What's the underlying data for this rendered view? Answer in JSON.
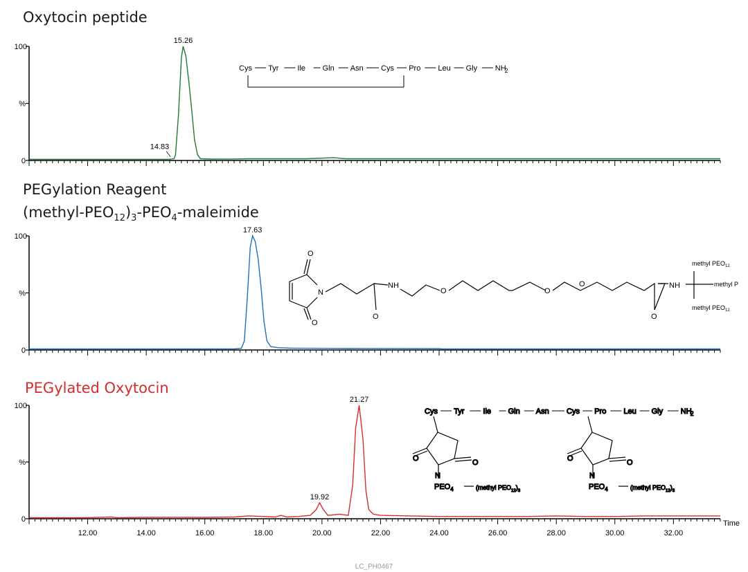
{
  "footer_code": "LC_PH0467",
  "x_axis": {
    "label": "Time",
    "range": [
      10.0,
      33.6
    ],
    "ticks": [
      "12.00",
      "14.00",
      "16.00",
      "18.00",
      "20.00",
      "22.00",
      "24.00",
      "26.00",
      "28.00",
      "30.00",
      "32.00"
    ]
  },
  "y_axis": {
    "top_label": "100",
    "mid_label": "%",
    "bottom_label": "0"
  },
  "chart_data": [
    {
      "type": "line",
      "title": "Oxytocin peptide",
      "color": "#1e7a3a",
      "xlim": [
        10.0,
        33.6
      ],
      "ylim": [
        0,
        100
      ],
      "peaks": [
        {
          "x": 15.26,
          "y": 100,
          "label": "15.26"
        },
        {
          "x": 14.83,
          "y": 2,
          "label": "14.83"
        }
      ],
      "x": [
        10.0,
        14.0,
        14.8,
        14.95,
        15.0,
        15.1,
        15.2,
        15.26,
        15.35,
        15.45,
        15.55,
        15.65,
        15.75,
        15.85,
        16.2,
        17.0,
        17.5,
        18.5,
        19.5,
        20.4,
        20.6,
        20.8,
        22.0,
        24.0,
        33.6
      ],
      "y": [
        1,
        1,
        1,
        1.5,
        5,
        40,
        90,
        100,
        92,
        70,
        45,
        18,
        5,
        1.5,
        1.2,
        1.3,
        1.5,
        1.5,
        1.5,
        2.5,
        2,
        1.5,
        1.5,
        1.5,
        1.5
      ]
    },
    {
      "type": "line",
      "title": "PEGylation Reagent (methyl-PEO12)3-PEO4-maleimide",
      "title_parts": {
        "line1": "PEGylation Reagent",
        "a": "(methyl-PEO",
        "sub1": "12",
        "b": ")",
        "sub2": "3",
        "c": "-PEO",
        "sub3": "4",
        "d": "-maleimide"
      },
      "color": "#1f6fb5",
      "xlim": [
        10.0,
        33.6
      ],
      "ylim": [
        0,
        100
      ],
      "peaks": [
        {
          "x": 17.63,
          "y": 100,
          "label": "17.63"
        }
      ],
      "x": [
        10.0,
        17.0,
        17.25,
        17.35,
        17.45,
        17.55,
        17.63,
        17.72,
        17.82,
        17.92,
        18.02,
        18.12,
        18.25,
        18.5,
        19.0,
        19.2,
        20.4,
        20.6,
        24.0,
        24.1,
        33.6
      ],
      "y": [
        1,
        1,
        1.5,
        8,
        45,
        90,
        100,
        95,
        80,
        55,
        25,
        8,
        3,
        2,
        1.6,
        1.6,
        1.4,
        1.4,
        1.2,
        1,
        1
      ]
    },
    {
      "type": "line",
      "title": "PEGylated Oxytocin",
      "color": "#d62c2c",
      "xlim": [
        10.0,
        33.6
      ],
      "ylim": [
        0,
        100
      ],
      "peaks": [
        {
          "x": 21.27,
          "y": 100,
          "label": "21.27"
        },
        {
          "x": 19.92,
          "y": 14,
          "label": "19.92"
        }
      ],
      "x": [
        10.0,
        12.0,
        12.8,
        13.0,
        14.0,
        15.0,
        16.0,
        17.0,
        17.5,
        18.0,
        18.4,
        18.6,
        18.8,
        19.2,
        19.6,
        19.8,
        19.92,
        20.05,
        20.2,
        20.4,
        20.6,
        20.9,
        21.05,
        21.15,
        21.27,
        21.4,
        21.5,
        21.6,
        21.75,
        22.0,
        23.0,
        24.0,
        26.0,
        27.0,
        28.0,
        29.0,
        30.0,
        31.0,
        32.0,
        33.6
      ],
      "y": [
        1,
        1,
        1.5,
        1,
        1.2,
        1.3,
        1.2,
        1.5,
        2.5,
        2,
        1.5,
        3,
        1.5,
        2,
        3,
        8,
        14,
        8,
        3,
        3.5,
        4,
        3,
        30,
        80,
        100,
        70,
        25,
        8,
        4,
        3,
        2.5,
        2,
        2,
        2,
        2.5,
        2,
        2,
        2.5,
        2.5,
        2.5
      ]
    }
  ],
  "structures": {
    "oxytocin": {
      "residues": [
        "Cys",
        "Tyr",
        "Ile",
        "Gln",
        "Asn",
        "Cys",
        "Pro",
        "Leu",
        "Gly",
        "NH"
      ],
      "nh_sub": "2"
    },
    "reagent": {
      "O": "O",
      "N": "N",
      "NH": "NH",
      "branches": [
        "methyl PEO",
        "methyl P",
        "methyl PEO"
      ],
      "branch_sub": "12"
    },
    "pegylated": {
      "residues": [
        "Cys",
        "Tyr",
        "Ile",
        "Gln",
        "Asn",
        "Cys",
        "Pro",
        "Leu",
        "Gly",
        "NH"
      ],
      "nh_sub": "2",
      "O": "O",
      "N": "N",
      "peo": "PEO",
      "peo_sub": "4",
      "methyl_a": "(methyl PEO",
      "methyl_sub": "12",
      "methyl_b": ")",
      "methyl_sub2": "3"
    }
  }
}
